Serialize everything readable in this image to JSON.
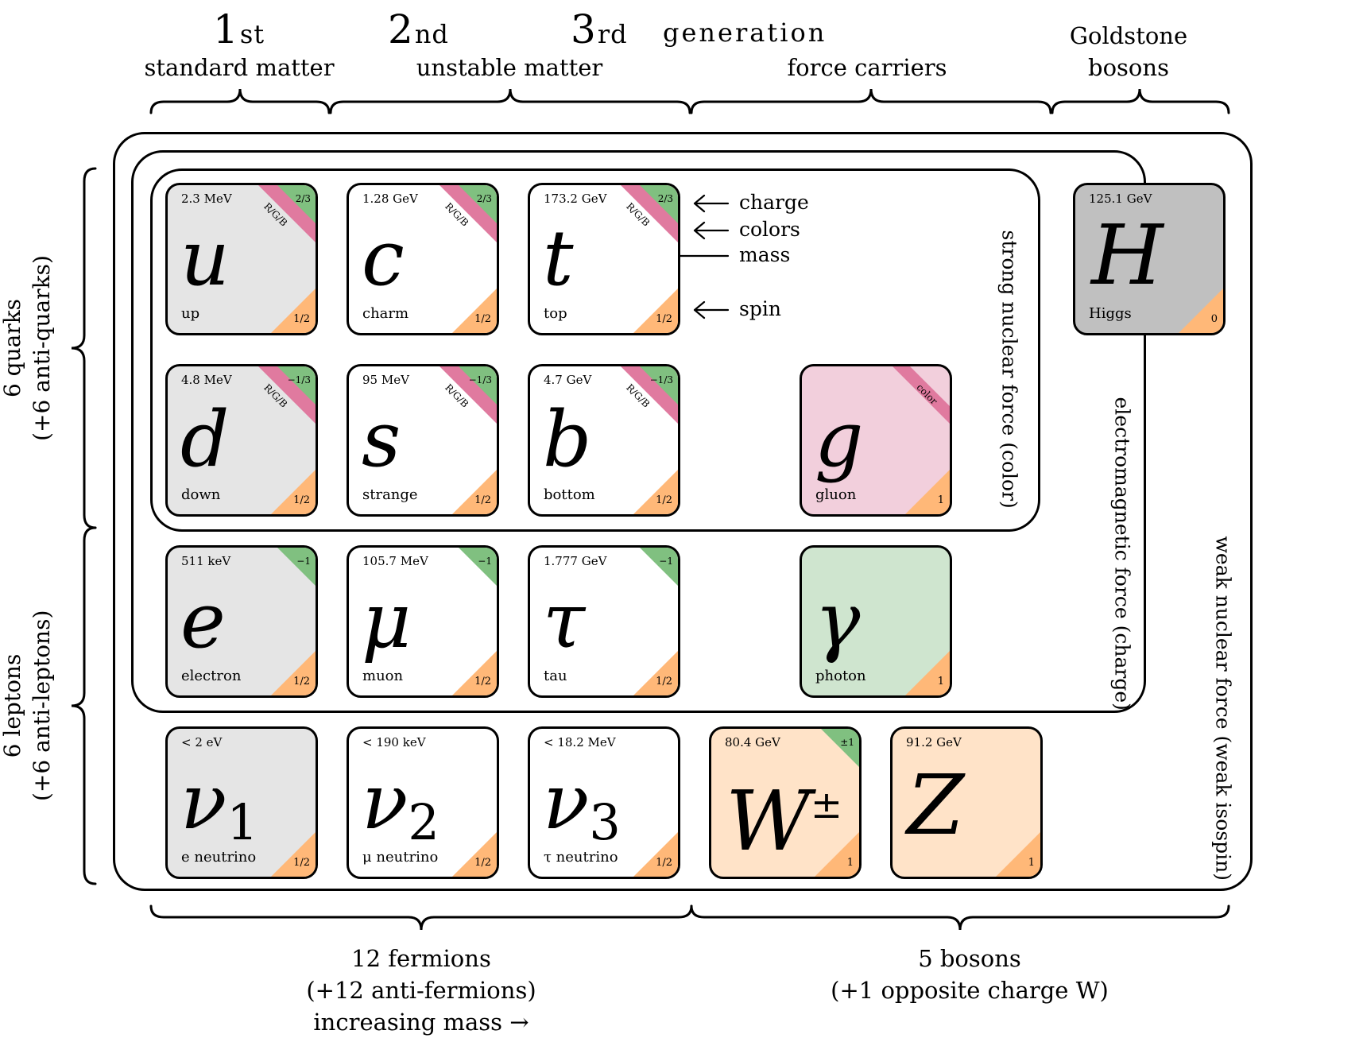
{
  "header": {
    "gen1_num": "1",
    "gen1_suffix": "st",
    "gen2_num": "2",
    "gen2_suffix": "nd",
    "gen3_num": "3",
    "gen3_suffix": "rd",
    "generation": "generation",
    "standard_matter": "standard matter",
    "unstable_matter": "unstable matter",
    "force_carriers": "force carriers",
    "goldstone_line1": "Goldstone",
    "goldstone_line2": "bosons"
  },
  "side": {
    "quarks_line1": "6 quarks",
    "quarks_line2": "(+6 anti-quarks)",
    "leptons_line1": "6 leptons",
    "leptons_line2": "(+6 anti-leptons)"
  },
  "forces": {
    "strong": "strong nuclear force (color)",
    "electromagnetic": "electromagnetic force (charge)",
    "weak": "weak nuclear force (weak isospin)"
  },
  "legend": {
    "charge": "charge",
    "colors": "colors",
    "mass": "mass",
    "spin": "spin"
  },
  "bottom": {
    "fermions_line1": "12 fermions",
    "fermions_line2": "(+12 anti-fermions)",
    "fermions_line3": "increasing mass →",
    "bosons_line1": "5 bosons",
    "bosons_line2": "(+1 opposite charge W)"
  },
  "colors": {
    "gen1_bg": "#e5e5e5",
    "higgs_bg": "#c0c0c0",
    "gluon_bg": "#f2cfdc",
    "photon_bg": "#cfe5cf",
    "wz_bg": "#ffe3c8",
    "charge_green": "#80c080",
    "color_pink": "#e07a9f",
    "spin_orange": "#ffb878"
  },
  "particles": [
    {
      "id": "up",
      "mass": "2.3 MeV",
      "symbol": "u",
      "name": "up",
      "charge": "2/3",
      "colors": "R/G/B",
      "spin": "1/2",
      "bg": "gen1"
    },
    {
      "id": "charm",
      "mass": "1.28 GeV",
      "symbol": "c",
      "name": "charm",
      "charge": "2/3",
      "colors": "R/G/B",
      "spin": "1/2",
      "bg": "white"
    },
    {
      "id": "top",
      "mass": "173.2 GeV",
      "symbol": "t",
      "name": "top",
      "charge": "2/3",
      "colors": "R/G/B",
      "spin": "1/2",
      "bg": "white"
    },
    {
      "id": "higgs",
      "mass": "125.1 GeV",
      "symbol": "H",
      "name": "Higgs",
      "charge": "",
      "colors": "",
      "spin": "0",
      "bg": "higgs"
    },
    {
      "id": "down",
      "mass": "4.8 MeV",
      "symbol": "d",
      "name": "down",
      "charge": "−1/3",
      "colors": "R/G/B",
      "spin": "1/2",
      "bg": "gen1"
    },
    {
      "id": "strange",
      "mass": "95 MeV",
      "symbol": "s",
      "name": "strange",
      "charge": "−1/3",
      "colors": "R/G/B",
      "spin": "1/2",
      "bg": "white"
    },
    {
      "id": "bottom",
      "mass": "4.7 GeV",
      "symbol": "b",
      "name": "bottom",
      "charge": "−1/3",
      "colors": "R/G/B",
      "spin": "1/2",
      "bg": "white"
    },
    {
      "id": "gluon",
      "mass": "",
      "symbol": "g",
      "name": "gluon",
      "charge": "",
      "colors": "color",
      "spin": "1",
      "bg": "gluon"
    },
    {
      "id": "electron",
      "mass": "511 keV",
      "symbol": "e",
      "name": "electron",
      "charge": "−1",
      "colors": "",
      "spin": "1/2",
      "bg": "gen1"
    },
    {
      "id": "muon",
      "mass": "105.7 MeV",
      "symbol": "μ",
      "name": "muon",
      "charge": "−1",
      "colors": "",
      "spin": "1/2",
      "bg": "white"
    },
    {
      "id": "tau",
      "mass": "1.777 GeV",
      "symbol": "τ",
      "name": "tau",
      "charge": "−1",
      "colors": "",
      "spin": "1/2",
      "bg": "white"
    },
    {
      "id": "photon",
      "mass": "",
      "symbol": "γ",
      "name": "photon",
      "charge": "",
      "colors": "",
      "spin": "1",
      "bg": "photon"
    },
    {
      "id": "nu1",
      "mass": "< 2 eV",
      "symbol": "ν",
      "sub": "1",
      "name": "e neutrino",
      "charge": "",
      "colors": "",
      "spin": "1/2",
      "bg": "gen1"
    },
    {
      "id": "nu2",
      "mass": "< 190 keV",
      "symbol": "ν",
      "sub": "2",
      "name": "μ neutrino",
      "charge": "",
      "colors": "",
      "spin": "1/2",
      "bg": "white"
    },
    {
      "id": "nu3",
      "mass": "< 18.2 MeV",
      "symbol": "ν",
      "sub": "3",
      "name": "τ neutrino",
      "charge": "",
      "colors": "",
      "spin": "1/2",
      "bg": "white"
    },
    {
      "id": "w",
      "mass": "80.4 GeV",
      "symbol": "W",
      "sup": "±",
      "name": "",
      "charge": "±1",
      "colors": "",
      "spin": "1",
      "bg": "wz"
    },
    {
      "id": "z",
      "mass": "91.2 GeV",
      "symbol": "Z",
      "name": "",
      "charge": "",
      "colors": "",
      "spin": "1",
      "bg": "wz"
    }
  ]
}
